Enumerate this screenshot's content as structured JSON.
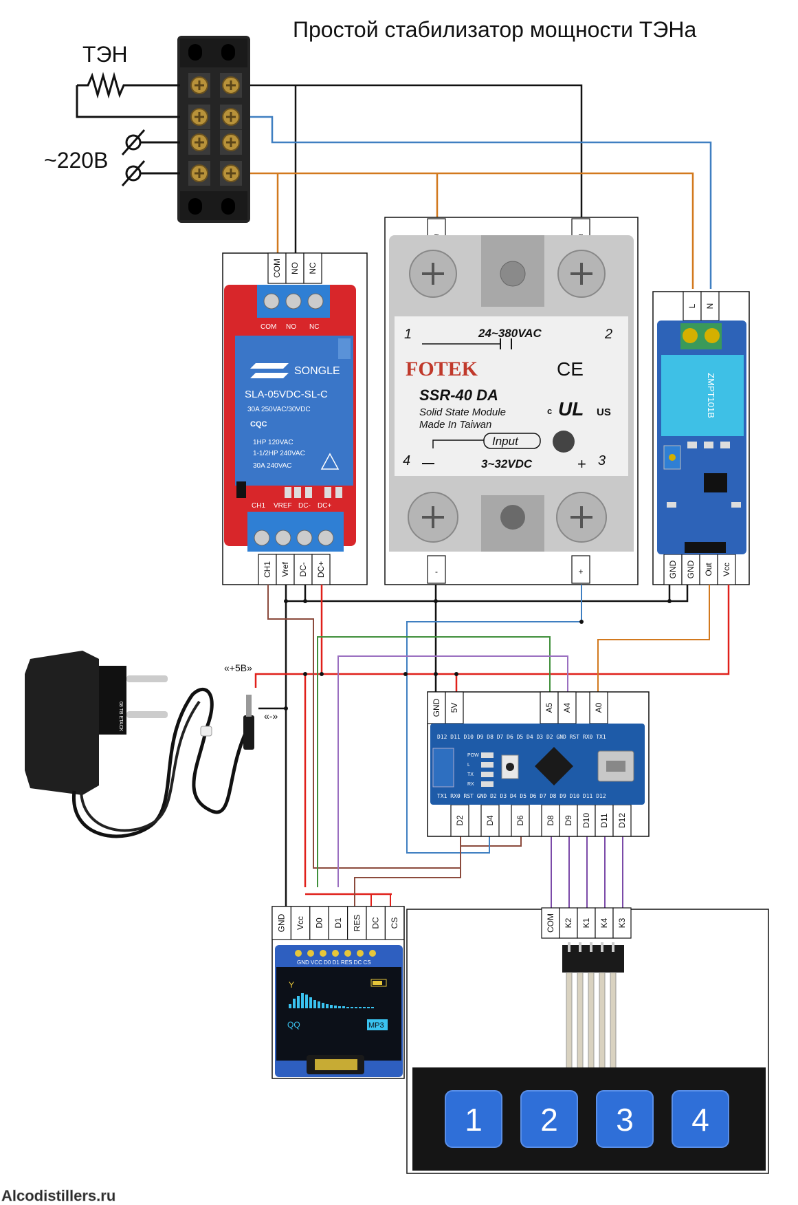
{
  "title": "Простой стабилизатор мощности ТЭНа",
  "labels": {
    "heater": "ТЭН",
    "mains": "~220В",
    "plus5": "«+5В»",
    "minus": "«-»",
    "watermark": "Alcodistillers.ru"
  },
  "relay": {
    "pins_top": [
      "COM",
      "NO",
      "NC"
    ],
    "pins_bottom": [
      "CH1",
      "Vref",
      "DC-",
      "DC+"
    ],
    "board_top": [
      "COM",
      "NO",
      "NC"
    ],
    "board_bottom": [
      "CH1",
      "VREF",
      "DC-",
      "DC+"
    ],
    "brand": "SONGLE",
    "model": "SLA-05VDC-SL-C",
    "ratings": [
      "30A 250VAC/30VDC",
      "1HP 120VAC",
      "1-1/2HP 240VAC",
      "30A 240VAC"
    ],
    "cqc": "CQC"
  },
  "ssr": {
    "pins_top": [
      "~",
      "~"
    ],
    "pins_bottom": [
      "-",
      "+"
    ],
    "brand": "FOTEK",
    "model": "SSR-40 DA",
    "sub1": "Solid State Module",
    "sub2": "Made In Taiwan",
    "ac_range": "24~380VAC",
    "dc_range": "3~32VDC",
    "input": "Input",
    "n1": "1",
    "n2": "2",
    "n3": "3",
    "n4": "4",
    "ce": "CE",
    "c_mark": "c",
    "us_mark": "US"
  },
  "sensor": {
    "pins_top": [
      "L",
      "N"
    ],
    "pins_bottom": [
      "GND",
      "GND",
      "Out",
      "Vcc"
    ],
    "chip": "ZMPT101B"
  },
  "arduino": {
    "pins_top": [
      "GND",
      "5V",
      "A5",
      "A4",
      "A0"
    ],
    "pins_bottom": [
      "D2",
      "D4",
      "D6",
      "D8",
      "D9",
      "D10",
      "D11",
      "D12"
    ],
    "silk_top": "D12 D11 D10 D9 D8 D7 D6 D5 D4 D3 D2 GND RST RX0 TX1",
    "silk_bottom": "TX1 RX0 RST GND D2 D3 D4 D5 D6 D7 D8 D9 D10 D11 D12",
    "leds": [
      "POW",
      "L",
      "TX",
      "RX"
    ]
  },
  "oled": {
    "pins": [
      "GND",
      "Vcc",
      "D0",
      "D1",
      "RES",
      "DC",
      "CS"
    ],
    "silk": "GND VCC D0 D1 RES DC CS",
    "qq": "QQ",
    "mp3": "MP3"
  },
  "keypad": {
    "pins": [
      "COM",
      "K2",
      "K1",
      "K4",
      "K3"
    ],
    "keys": [
      "1",
      "2",
      "3",
      "4"
    ]
  },
  "charger": {
    "label": "08 TB ETACK"
  },
  "colors": {
    "black": "#111111",
    "red": "#e0201a",
    "brown": "#8b4a3c",
    "orange": "#d2791e",
    "blue": "#3f7fc1",
    "green": "#3f8f3a",
    "olive": "#9a8f3a",
    "purple": "#9a6fc0",
    "relay_pcb": "#d8262a",
    "sensor_pcb": "#2d63b8",
    "arduino_pcb": "#1e5ba8",
    "terminal": "#2a2a2a",
    "key_blue": "#2f6fd8",
    "keypad_body": "#151515"
  }
}
